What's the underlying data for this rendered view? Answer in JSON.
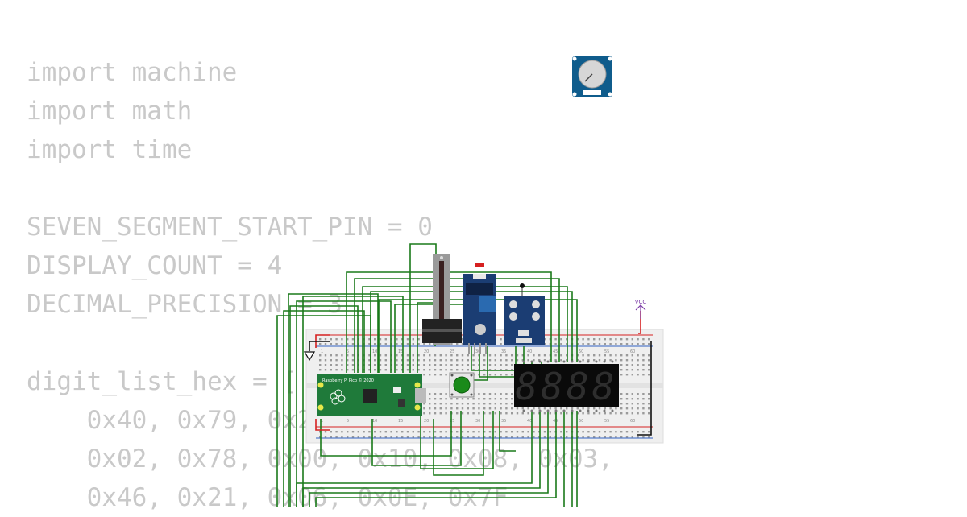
{
  "code": {
    "lines": [
      "import machine",
      "import math",
      "import time",
      "",
      "SEVEN_SEGMENT_START_PIN = 0",
      "DISPLAY_COUNT = 4",
      "DECIMAL_PRECISION = 3",
      "",
      "digit_list_hex = [",
      "    0x40, 0x79, 0x24, 0x30, 0x19, 0x12,",
      "    0x02, 0x78, 0x00, 0x10, 0x08, 0x03,",
      "    0x46, 0x21, 0x06, 0x0E, 0x7F"
    ]
  },
  "circuit": {
    "pico_label": "Raspberry Pi Pico © 2020",
    "vcc_label": "VCC",
    "display_digits": "8888",
    "breadboard_top_numbers": [
      "1",
      "5",
      "10",
      "15",
      "20",
      "25",
      "30",
      "35",
      "40",
      "45",
      "50",
      "55",
      "60"
    ],
    "breadboard_bottom_numbers": [
      "1",
      "5",
      "10",
      "15",
      "20",
      "25",
      "30",
      "35",
      "40",
      "45",
      "50",
      "55",
      "60"
    ],
    "colors": {
      "wire": "#1a7a1a",
      "pico_board": "#1f7a3a",
      "sensor_board": "#1b3d73",
      "knob_board": "#0f5c8c",
      "display_bg": "#0a0a0a",
      "segment_off": "#333333",
      "power_red": "#d62020",
      "vcc_purple": "#7e3fa8"
    }
  }
}
